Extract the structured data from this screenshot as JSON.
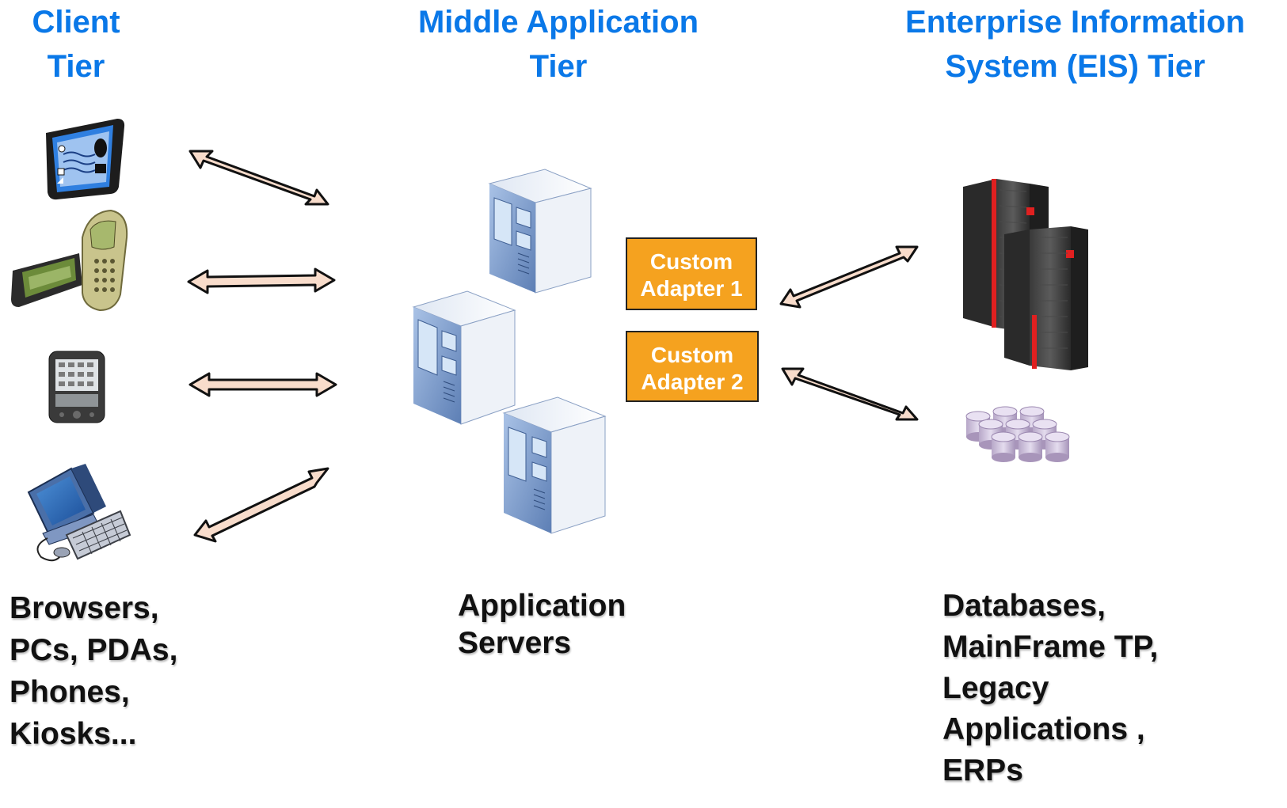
{
  "tiers": {
    "client": {
      "title_line1": "Client",
      "title_line2": "Tier"
    },
    "middle": {
      "title_line1": "Middle Application",
      "title_line2": "Tier"
    },
    "eis": {
      "title_line1": "Enterprise Information",
      "title_line2": "System (EIS) Tier"
    }
  },
  "descriptions": {
    "client": [
      "Browsers,",
      "PCs, PDAs,",
      "Phones,",
      "Kiosks..."
    ],
    "middle": [
      "Application",
      "Servers"
    ],
    "eis": [
      "Databases,",
      "MainFrame TP,",
      "Legacy",
      "Applications ,",
      "ERPs"
    ]
  },
  "adapters": [
    {
      "line1": "Custom",
      "line2": "Adapter 1"
    },
    {
      "line1": "Custom",
      "line2": "Adapter 2"
    }
  ],
  "icons": {
    "client_devices": [
      "tablet-device-icon",
      "mobile-phone-and-handheld-icon",
      "pda-icon",
      "desktop-computer-icon"
    ],
    "middle": "application-server-icon",
    "eis": [
      "mainframe-server-icon",
      "database-cylinders-icon"
    ]
  },
  "colors": {
    "title": "#0a78e8",
    "adapter_fill": "#f5a21f",
    "arrow_fill": "#f8dccb",
    "server_blue": "#7a9ccb"
  }
}
